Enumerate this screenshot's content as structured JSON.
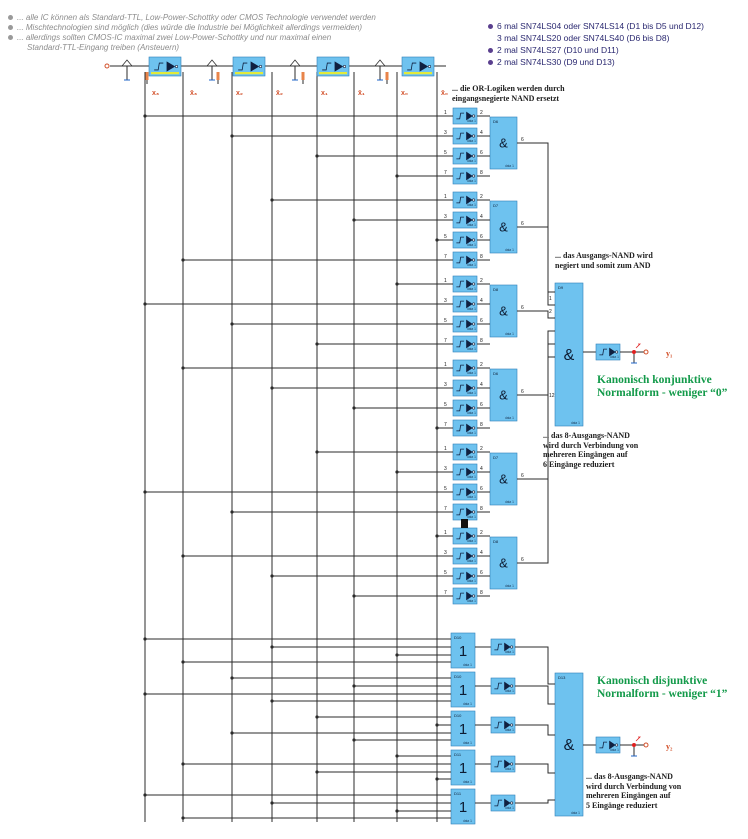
{
  "notes": [
    "... alle IC können als Standard-TTL, Low-Power-Schottky oder CMOS Technologie verwendet werden",
    "... Mischtechnologien sind möglich (dies würde die Industrie bei Möglichkeit allerdings vermeiden)",
    "... allerdings sollten CMOS-IC maximal zwei Low-Power-Schottky und nur maximal einen",
    "Standard-TTL-Eingang treiben (Ansteuern)"
  ],
  "ic_list": [
    "6 mal SN74LS04 oder SN74LS14 (D1 bis D5 und D12)",
    "3 mal SN74LS20 oder SN74LS40 (D6 bis D8)",
    "2 mal SN74LS27 (D10 und D11)",
    "2 mal SN74LS30 (D9 und D13)"
  ],
  "input_labels": [
    "x₃",
    "x̄₃",
    "x₂",
    "x̄₂",
    "x₁",
    "x̄₁",
    "x₀",
    "x̄₀"
  ],
  "annotations": {
    "or_replaced": [
      "... die OR-Logiken werden durch",
      "eingangsnegierte NAND ersetzt"
    ],
    "nand_negated": [
      "... das Ausgangs-NAND wird",
      "negiert und somit zum AND"
    ],
    "nand8_reduced_6": [
      "... das 8-Ausgangs-NAND",
      "wird durch Verbindung von",
      "mehreren Eingängen auf",
      "6 Eingänge reduziert"
    ],
    "nand8_reduced_5": [
      "... das 8-Ausgangs-NAND",
      "wird durch Verbindung von",
      "mehreren Eingängen auf",
      "5 Eingänge reduziert"
    ],
    "knf": [
      "Kanonisch konjunktive",
      "Normalform - weniger “0”"
    ],
    "dnf": [
      "Kanonisch disjunktive",
      "Normalform - weniger “1”"
    ]
  },
  "gates": {
    "and_symbol": "&",
    "or_symbol": "1",
    "and_gate_labels": [
      "D6",
      "D7",
      "D8",
      "D6",
      "D7",
      "D8"
    ],
    "big_and_top_label": "D9",
    "big_and_bottom_label": "D13",
    "or_gate_labels": [
      "D10",
      "D10",
      "D10",
      "D11",
      "D11"
    ],
    "inverter_label": "D1",
    "chip_caption": "data 1"
  },
  "outputs": [
    "y₁",
    "y₂"
  ],
  "colors": {
    "block": "#6ec2ef",
    "block_border": "#2f7fb8",
    "wire": "#2b2b2b",
    "heading_green": "#139a4a",
    "input_label_red": "#d2502a",
    "ground_blue": "#1f64c8",
    "led_red": "#e02020"
  }
}
